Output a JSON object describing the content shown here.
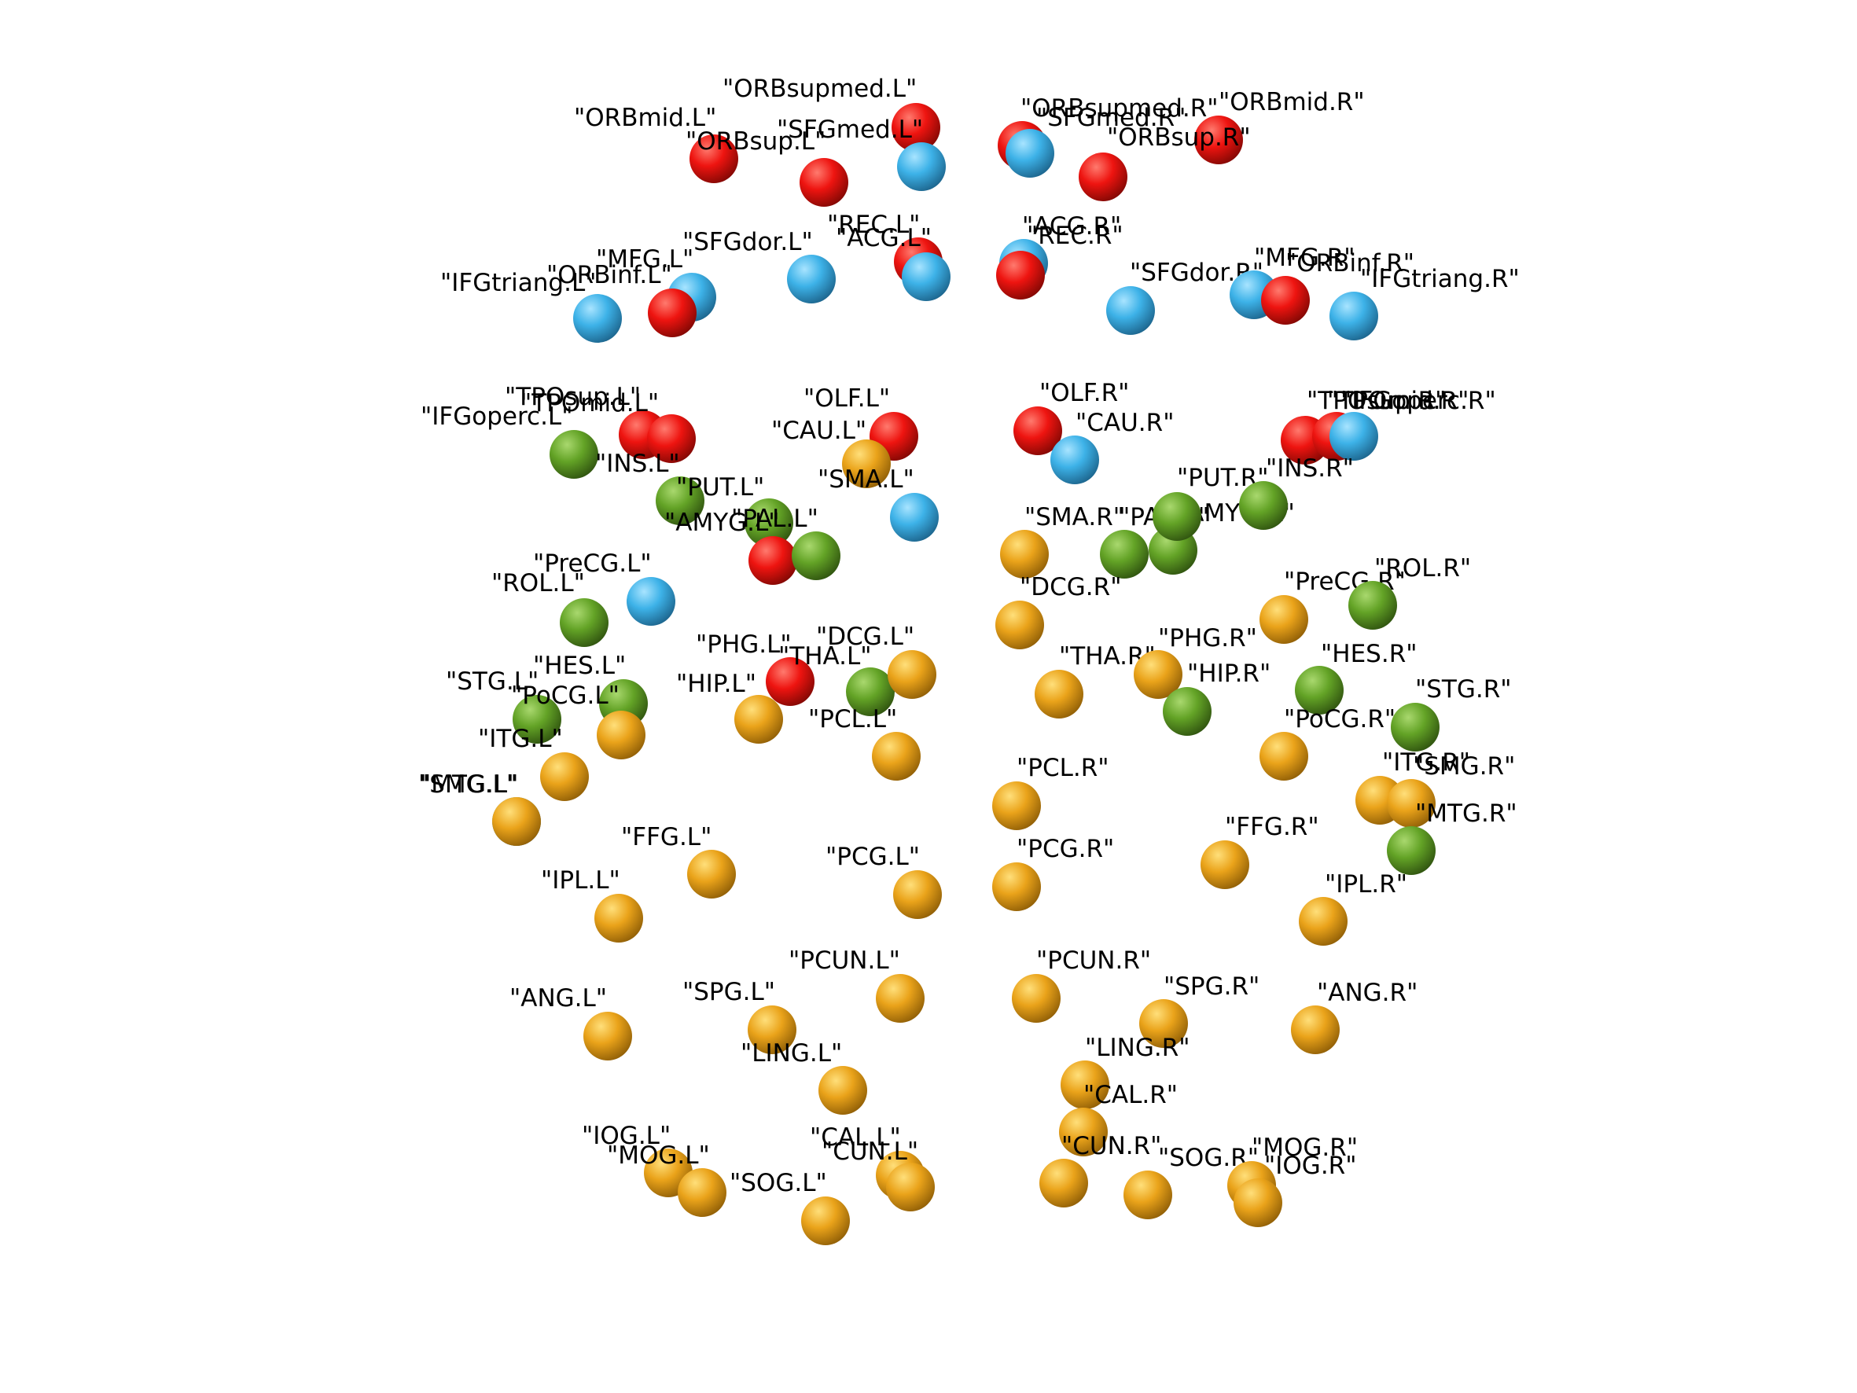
{
  "colors": {
    "red": "#e8110f",
    "blue": "#3cb0e6",
    "green": "#63a326",
    "yellow": "#eaa31a",
    "label": "#000000",
    "background": "#ffffff"
  },
  "nodes": [
    {
      "label": "\"ORBsupmed.L\"",
      "color": "red"
    },
    {
      "label": "\"ORBmid.L\"",
      "color": "red"
    },
    {
      "label": "\"ORBsup.L\"",
      "color": "red"
    },
    {
      "label": "\"SFGmed.L\"",
      "color": "blue"
    },
    {
      "label": "\"ORBsupmed.R\"",
      "color": "red"
    },
    {
      "label": "\"SFGmed.R\"",
      "color": "blue"
    },
    {
      "label": "\"ORBmid.R\"",
      "color": "red"
    },
    {
      "label": "\"ORBsup.R\"",
      "color": "red"
    },
    {
      "label": "\"REC.L\"",
      "color": "red"
    },
    {
      "label": "\"ACG.L\"",
      "color": "blue"
    },
    {
      "label": "\"ACG.R\"",
      "color": "blue"
    },
    {
      "label": "\"REC.R\"",
      "color": "red"
    },
    {
      "label": "\"MFG.L\"",
      "color": "blue"
    },
    {
      "label": "\"ORBinf.L\"",
      "color": "red"
    },
    {
      "label": "\"SFGdor.L\"",
      "color": "blue"
    },
    {
      "label": "\"IFGtriang.L\"",
      "color": "blue"
    },
    {
      "label": "\"SFGdor.R\"",
      "color": "blue"
    },
    {
      "label": "\"MFG.R\"",
      "color": "blue"
    },
    {
      "label": "\"ORBinf.R\"",
      "color": "red"
    },
    {
      "label": "\"IFGtriang.R\"",
      "color": "blue"
    },
    {
      "label": "\"TPOsup.L\"",
      "color": "red"
    },
    {
      "label": "\"TPOmid.L\"",
      "color": "red"
    },
    {
      "label": "\"IFGoperc.L\"",
      "color": "green"
    },
    {
      "label": "\"OLF.L\"",
      "color": "red"
    },
    {
      "label": "\"CAU.L\"",
      "color": "yellow"
    },
    {
      "label": "\"OLF.R\"",
      "color": "red"
    },
    {
      "label": "\"CAU.R\"",
      "color": "blue"
    },
    {
      "label": "\"TPOsup.R\"",
      "color": "red"
    },
    {
      "label": "\"TPOmid.R\"",
      "color": "red"
    },
    {
      "label": "\"IFGoperc.R\"",
      "color": "blue"
    },
    {
      "label": "\"INS.L\"",
      "color": "green"
    },
    {
      "label": "\"PUT.L\"",
      "color": "green"
    },
    {
      "label": "\"AMYG.L\"",
      "color": "red"
    },
    {
      "label": "\"PAL.L\"",
      "color": "green"
    },
    {
      "label": "\"SMA.L\"",
      "color": "blue"
    },
    {
      "label": "\"SMA.R\"",
      "color": "yellow"
    },
    {
      "label": "\"PAL.R\"",
      "color": "green"
    },
    {
      "label": "\"AMYG.R\"",
      "color": "green"
    },
    {
      "label": "\"PUT.R\"",
      "color": "green"
    },
    {
      "label": "\"INS.R\"",
      "color": "green"
    },
    {
      "label": "\"PreCG.L\"",
      "color": "blue"
    },
    {
      "label": "\"ROL.L\"",
      "color": "green"
    },
    {
      "label": "\"DCG.R\"",
      "color": "yellow"
    },
    {
      "label": "\"PreCG.R\"",
      "color": "yellow"
    },
    {
      "label": "\"ROL.R\"",
      "color": "green"
    },
    {
      "label": "\"HES.L\"",
      "color": "green"
    },
    {
      "label": "\"STG.L\"",
      "color": "green"
    },
    {
      "label": "\"PoCG.L\"",
      "color": "yellow"
    },
    {
      "label": "\"PHG.L\"",
      "color": "red"
    },
    {
      "label": "\"THA.L\"",
      "color": "green"
    },
    {
      "label": "\"DCG.L\"",
      "color": "yellow"
    },
    {
      "label": "\"HIP.L\"",
      "color": "yellow"
    },
    {
      "label": "\"THA.R\"",
      "color": "yellow"
    },
    {
      "label": "\"PHG.R\"",
      "color": "yellow"
    },
    {
      "label": "\"HIP.R\"",
      "color": "green"
    },
    {
      "label": "\"HES.R\"",
      "color": "green"
    },
    {
      "label": "\"STG.R\"",
      "color": "green"
    },
    {
      "label": "\"PCL.L\"",
      "color": "yellow"
    },
    {
      "label": "\"PoCG.R\"",
      "color": "yellow"
    },
    {
      "label": "\"ITG.L\"",
      "color": "yellow"
    },
    {
      "label": "\"SMG.L\"",
      "color": "blue"
    },
    {
      "label": "\"MTG.L\"",
      "color": "yellow"
    },
    {
      "label": "\"PCL.R\"",
      "color": "yellow"
    },
    {
      "label": "\"ITG.R\"",
      "color": "yellow"
    },
    {
      "label": "\"SMG.R\"",
      "color": "yellow"
    },
    {
      "label": "\"MTG.R\"",
      "color": "green"
    },
    {
      "label": "\"FFG.L\"",
      "color": "yellow"
    },
    {
      "label": "\"FFG.R\"",
      "color": "yellow"
    },
    {
      "label": "\"PCG.L\"",
      "color": "yellow"
    },
    {
      "label": "\"PCG.R\"",
      "color": "yellow"
    },
    {
      "label": "\"IPL.L\"",
      "color": "yellow"
    },
    {
      "label": "\"IPL.R\"",
      "color": "yellow"
    },
    {
      "label": "\"PCUN.L\"",
      "color": "yellow"
    },
    {
      "label": "\"PCUN.R\"",
      "color": "yellow"
    },
    {
      "label": "\"SPG.L\"",
      "color": "yellow"
    },
    {
      "label": "\"SPG.R\"",
      "color": "yellow"
    },
    {
      "label": "\"ANG.L\"",
      "color": "yellow"
    },
    {
      "label": "\"ANG.R\"",
      "color": "yellow"
    },
    {
      "label": "\"LING.L\"",
      "color": "yellow"
    },
    {
      "label": "\"LING.R\"",
      "color": "yellow"
    },
    {
      "label": "\"CAL.R\"",
      "color": "yellow"
    },
    {
      "label": "\"IOG.L\"",
      "color": "yellow"
    },
    {
      "label": "\"MOG.L\"",
      "color": "yellow"
    },
    {
      "label": "\"CAL.L\"",
      "color": "yellow"
    },
    {
      "label": "\"CUN.L\"",
      "color": "yellow"
    },
    {
      "label": "\"SOG.L\"",
      "color": "yellow"
    },
    {
      "label": "\"CUN.R\"",
      "color": "yellow"
    },
    {
      "label": "\"SOG.R\"",
      "color": "yellow"
    },
    {
      "label": "\"MOG.R\"",
      "color": "yellow"
    },
    {
      "label": "\"IOG.R\"",
      "color": "yellow"
    }
  ]
}
